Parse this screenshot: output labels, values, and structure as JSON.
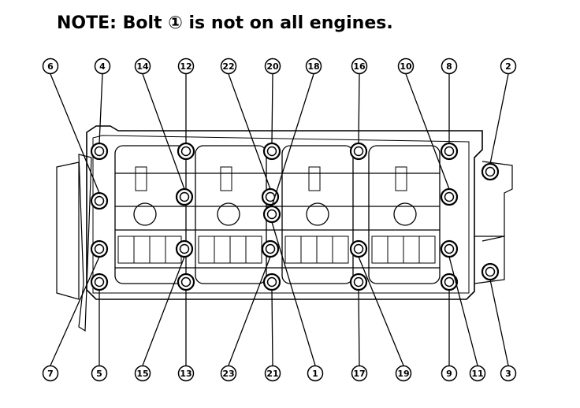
{
  "note": {
    "prefix": "NOTE: Bolt ",
    "circled": "①",
    "suffix": " is not on all engines."
  },
  "colors": {
    "ink": "#000000",
    "paper": "#ffffff"
  },
  "bolts": {
    "top": [
      "6",
      "4",
      "14",
      "12",
      "22",
      "20",
      "18",
      "16",
      "10",
      "8",
      "2"
    ],
    "bottom": [
      "7",
      "5",
      "15",
      "13",
      "23",
      "21",
      "1",
      "17",
      "19",
      "9",
      "11",
      "3"
    ]
  }
}
